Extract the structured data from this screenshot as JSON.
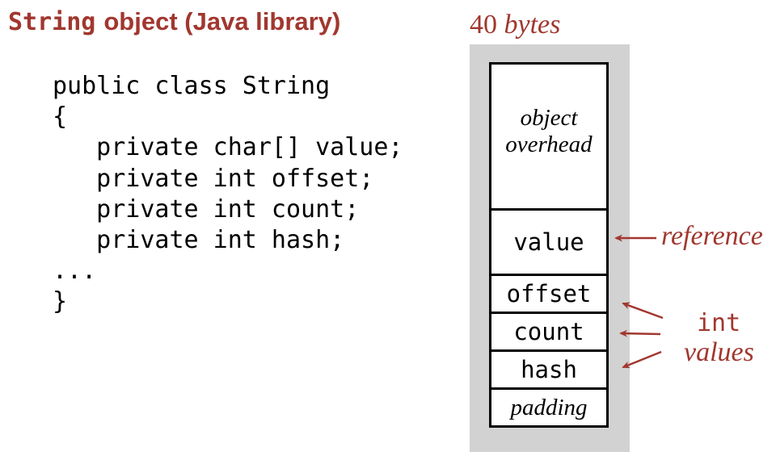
{
  "title": {
    "code": "String",
    "text": "object (Java library)"
  },
  "size_label": {
    "number": "40",
    "unit": "bytes"
  },
  "code": {
    "lines": [
      "public class String",
      "{",
      "   private char[] value;",
      "   private int offset;",
      "   private int count;",
      "   private int hash;",
      "...",
      "}"
    ]
  },
  "memory": {
    "overhead": {
      "line1": "object",
      "line2": "overhead"
    },
    "value": "value",
    "offset": "offset",
    "count": "count",
    "hash": "hash",
    "padding": "padding"
  },
  "annotations": {
    "reference": "reference",
    "int_code": "int",
    "int_text": "values"
  },
  "colors": {
    "accent": "#a1372f",
    "box_background": "#d2d2d2",
    "cell_border": "#000000"
  }
}
